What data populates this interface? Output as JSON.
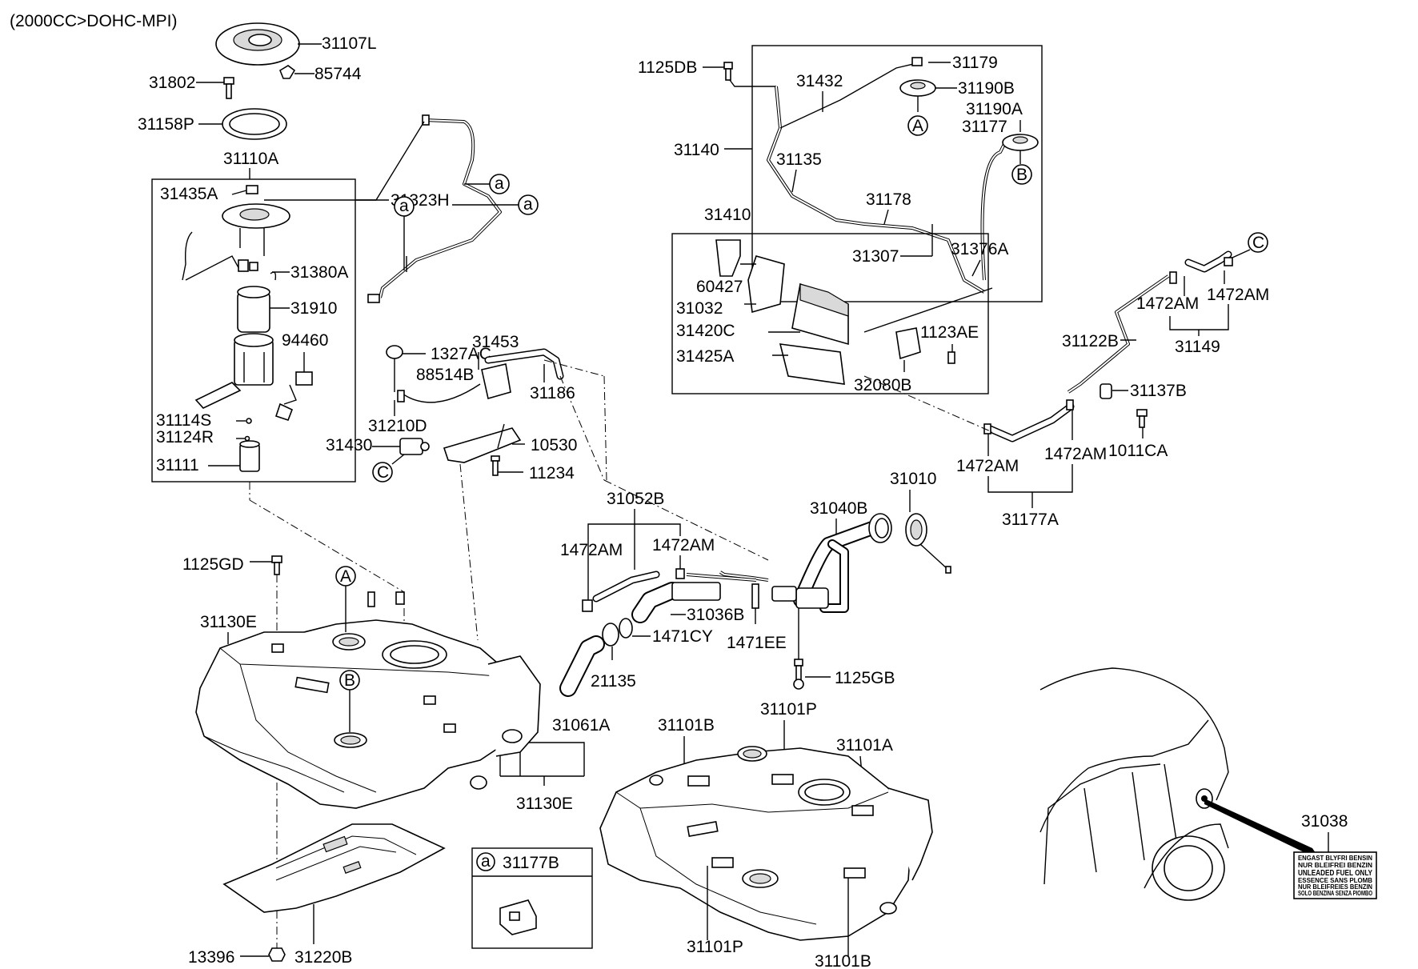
{
  "header": "(2000CC>DOHC-MPI)",
  "callouts": {
    "a": "a",
    "A": "A",
    "B": "B",
    "C": "C"
  },
  "parts": {
    "p31107L": "31107L",
    "p85744": "85744",
    "p31802": "31802",
    "p31158P": "31158P",
    "p31110A": "31110A",
    "p31435A": "31435A",
    "p31323H": "31323H",
    "p31380A": "31380A",
    "p31910": "31910",
    "p94460": "94460",
    "p31114S": "31114S",
    "p31124R": "31124R",
    "p31111": "31111",
    "p1327AC": "1327AC",
    "p31453": "31453",
    "p88514B": "88514B",
    "p31186": "31186",
    "p31210D": "31210D",
    "p31430": "31430",
    "p10530": "10530",
    "p11234": "11234",
    "p1125DB": "1125DB",
    "p31432": "31432",
    "p31179": "31179",
    "p31190B": "31190B",
    "p31190A": "31190A",
    "p31177": "31177",
    "p31140": "31140",
    "p31135": "31135",
    "p31178": "31178",
    "p31410": "31410",
    "p31307": "31307",
    "p31376A": "31376A",
    "p60427": "60427",
    "p31032": "31032",
    "p31420C": "31420C",
    "p1123AE": "1123AE",
    "p31425A": "31425A",
    "p32080B": "32080B",
    "p1472AM_a": "1472AM",
    "p1472AM_b": "1472AM",
    "p31149": "31149",
    "p31122B": "31122B",
    "p31137B": "31137B",
    "p1011CA": "1011CA",
    "p1472AM_c": "1472AM",
    "p1472AM_d": "1472AM",
    "p31177A": "31177A",
    "p31010": "31010",
    "p31040B": "31040B",
    "p31052B": "31052B",
    "p1472AM_e": "1472AM",
    "p1472AM_f": "1472AM",
    "p31036B": "31036B",
    "p1471CY": "1471CY",
    "p1471EE": "1471EE",
    "p21135": "21135",
    "p1125GB": "1125GB",
    "p31061A": "31061A",
    "p1125GD": "1125GD",
    "p31130E_a": "31130E",
    "p31130E_b": "31130E",
    "p31101B_a": "31101B",
    "p31101P_a": "31101P",
    "p31101A": "31101A",
    "p31101P_b": "31101P",
    "p31101B_b": "31101B",
    "p31038": "31038",
    "p31220B": "31220B",
    "p13396": "13396",
    "p31177B": "31177B"
  },
  "fuel_label": {
    "lines": [
      "ENGAST BLYFRI BENSIN",
      "NUR BLEIFREI BENZIN",
      "UNLEADED FUEL ONLY",
      "ESSENCE SANS PLOMB",
      "NUR BLEIFREIES BENZIN",
      "SOLO BENZINA SENZA PIOMBO"
    ]
  }
}
